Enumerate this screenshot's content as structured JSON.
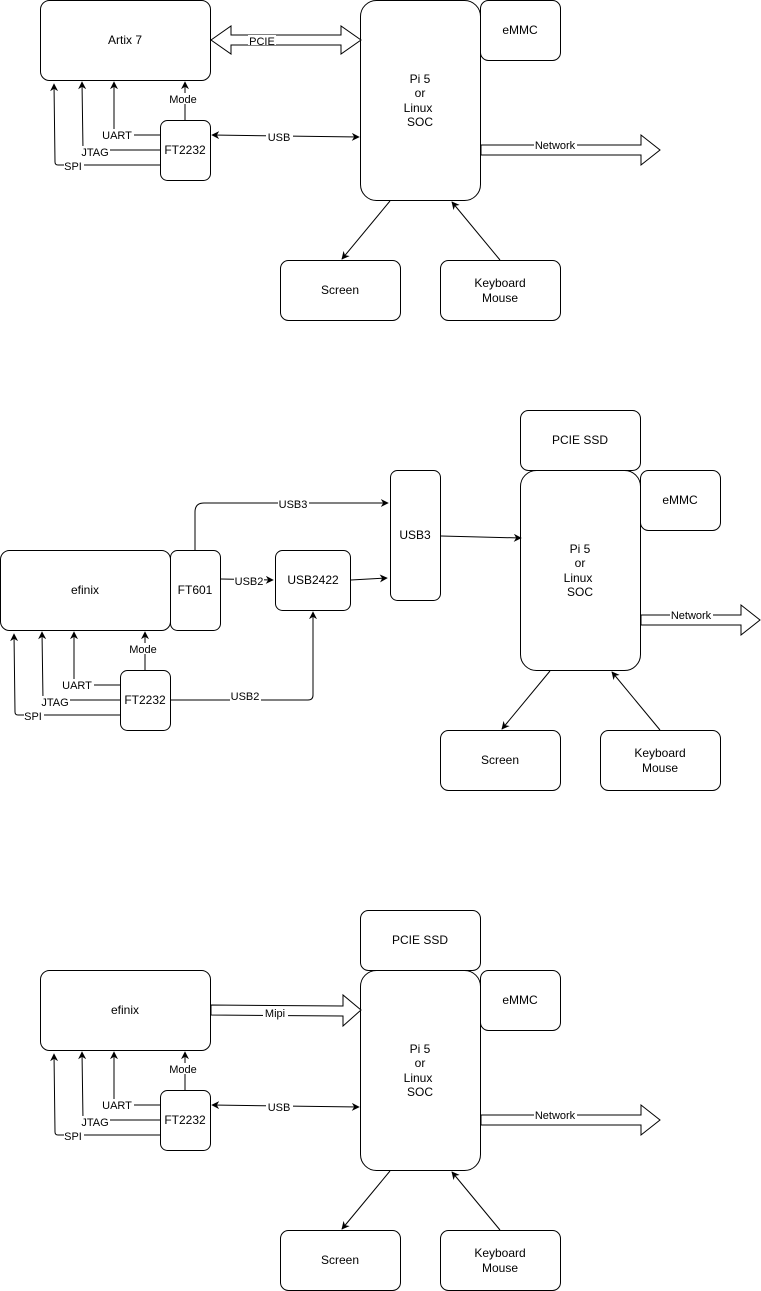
{
  "diagram1": {
    "fpga": "Artix 7",
    "ft2232": "FT2232",
    "soc": [
      "Pi 5",
      "or",
      "Linux",
      "SOC"
    ],
    "emmc": "eMMC",
    "screen": "Screen",
    "keyboard": [
      "Keyboard",
      "Mouse"
    ],
    "link_fpga_soc": "PCIE",
    "link_usb": "USB",
    "link_network": "Network",
    "mode": "Mode",
    "uart": "UART",
    "jtag": "JTAG",
    "spi": "SPI"
  },
  "diagram2": {
    "fpga": "efinix",
    "ft601": "FT601",
    "usb2422": "USB2422",
    "usb3_hub": "USB3",
    "ft2232": "FT2232",
    "pcie_ssd": "PCIE SSD",
    "soc": [
      "Pi 5",
      "or",
      "Linux",
      "SOC"
    ],
    "emmc": "eMMC",
    "screen": "Screen",
    "keyboard": [
      "Keyboard",
      "Mouse"
    ],
    "link_usb3": "USB3",
    "link_usb2_a": "USB2",
    "link_usb2_b": "USB2",
    "link_network": "Network",
    "mode": "Mode",
    "uart": "UART",
    "jtag": "JTAG",
    "spi": "SPI"
  },
  "diagram3": {
    "fpga": "efinix",
    "ft2232": "FT2232",
    "pcie_ssd": "PCIE SSD",
    "soc": [
      "Pi 5",
      "or",
      "Linux",
      "SOC"
    ],
    "emmc": "eMMC",
    "screen": "Screen",
    "keyboard": [
      "Keyboard",
      "Mouse"
    ],
    "link_mipi": "Mipi",
    "link_usb": "USB",
    "link_network": "Network",
    "mode": "Mode",
    "uart": "UART",
    "jtag": "JTAG",
    "spi": "SPI"
  }
}
